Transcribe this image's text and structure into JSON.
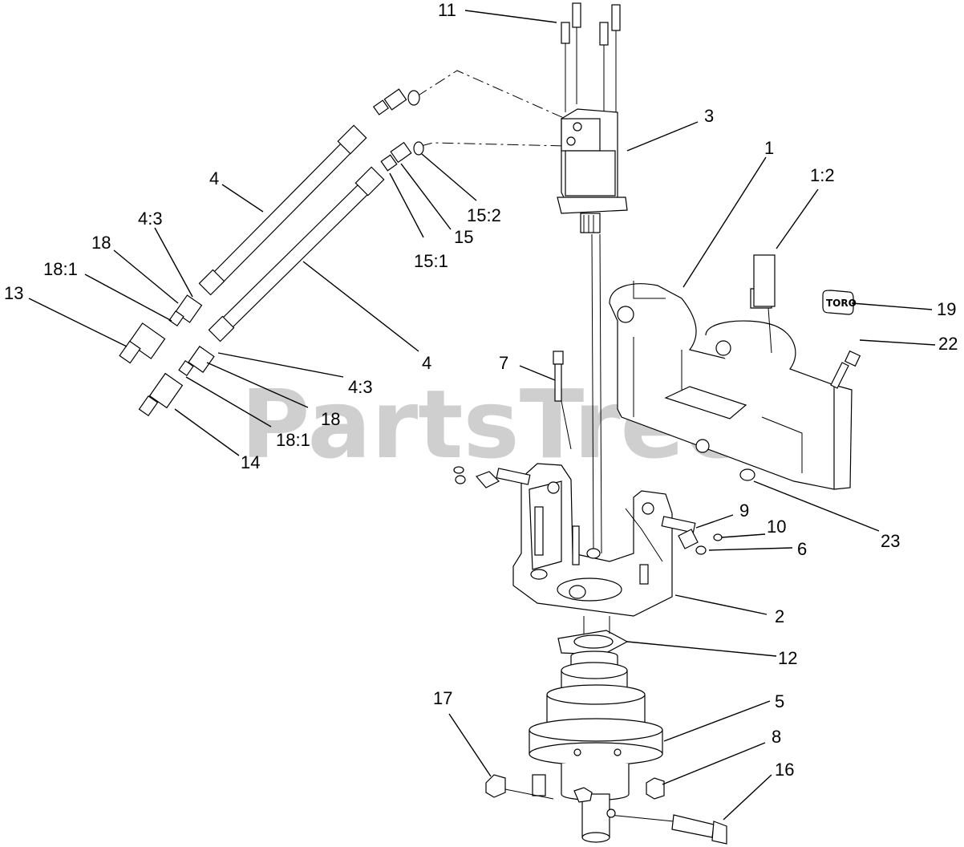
{
  "watermark": "PartsTree",
  "logo_text": "TORO",
  "labels": {
    "l11": "11",
    "l3": "3",
    "l1": "1",
    "l1_2": "1:2",
    "l19": "19",
    "l22": "22",
    "l4a": "4",
    "l4_3a": "4:3",
    "l18a": "18",
    "l18_1a": "18:1",
    "l13": "13",
    "l15_2": "15:2",
    "l15": "15",
    "l15_1": "15:1",
    "l4b": "4",
    "l4_3b": "4:3",
    "l18b": "18",
    "l18_1b": "18:1",
    "l14": "14",
    "l7": "7",
    "l23": "23",
    "l9": "9",
    "l10": "10",
    "l6": "6",
    "l2": "2",
    "l12": "12",
    "l5": "5",
    "l17": "17",
    "l8": "8",
    "l16": "16"
  }
}
